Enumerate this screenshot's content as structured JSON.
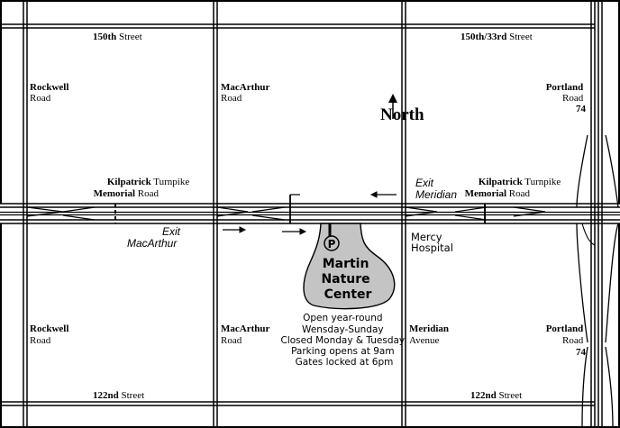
{
  "map": {
    "north": "North",
    "streets": {
      "s150_top": {
        "bold": "150th",
        "rest": " Street"
      },
      "s150_33_top": {
        "bold": "150th/33rd",
        "rest": " Street"
      },
      "s122_left": {
        "bold": "122nd",
        "rest": " Street"
      },
      "s122_right": {
        "bold": "122nd",
        "rest": " Street"
      }
    },
    "roads": {
      "rockwell_top": {
        "line1": "Rockwell",
        "line2": "Road"
      },
      "macarthur_top": {
        "line1": "MacArthur",
        "line2": "Road"
      },
      "portland_top": {
        "line1": "Portland",
        "line2": "Road",
        "line3": "74"
      },
      "rockwell_bottom": {
        "line1": "Rockwell",
        "line2": "Road"
      },
      "macarthur_bottom": {
        "line1": "MacArthur",
        "line2": "Road"
      },
      "meridian_bottom": {
        "line1": "Meridian",
        "line2": "Avenue"
      },
      "portland_bottom": {
        "line1": "Portland",
        "line2": "Road",
        "line3": "74"
      }
    },
    "turnpike": {
      "left": {
        "l1_bold": "Kilpatrick",
        "l1_rest": " Turnpike",
        "l2_bold": "Memorial",
        "l2_rest": " Road"
      },
      "right": {
        "l1_bold": "Kilpatrick",
        "l1_rest": " Turnpike",
        "l2_bold": "Memorial",
        "l2_rest": " Road"
      }
    },
    "exits": {
      "macarthur": {
        "line1": "Exit",
        "line2": "MacArthur"
      },
      "meridian": {
        "line1": "Exit",
        "line2": "Meridian"
      }
    },
    "hospital": {
      "line1": "Mercy",
      "line2": "Hospital"
    },
    "nature_center": {
      "parking_symbol": "P",
      "name_lines": [
        "Martin",
        "Nature",
        "Center"
      ],
      "info_lines": [
        "Open year-round",
        "Wensday-Sunday",
        "Closed Monday & Tuesday",
        "Parking opens at 9am",
        "Gates locked at 6pm"
      ]
    }
  }
}
